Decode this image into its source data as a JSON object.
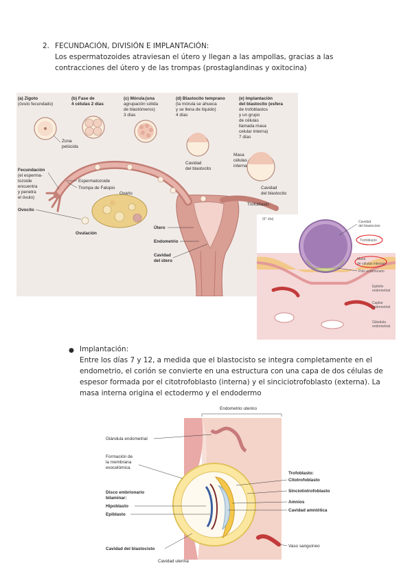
{
  "section": {
    "number": "2.",
    "title": "FECUNDACIÓN, DIVISIÓN E IMPLANTACIÓN:",
    "paragraph_lines": [
      "Los espermatozoides atraviesan el útero y llegan a las ampollas, gracias a las",
      "contracciones del útero y de las trompas (prostaglandinas y oxitocina)"
    ]
  },
  "figure1": {
    "stages": [
      {
        "title": "(a) Zigoto",
        "lines": [
          "(óvulo fecundado)"
        ]
      },
      {
        "title": "(b) Fase de",
        "lines": [
          "4 células 2 días"
        ]
      },
      {
        "title": "(c) Mórula",
        "lines": [
          "(una",
          "agrupación sólida",
          "de blastómeros)",
          "3 días"
        ]
      },
      {
        "title": "(d) Blastocito temprano",
        "lines": [
          "(la mórula se ahueca",
          "y se llena de líquido)",
          "4 días"
        ]
      },
      {
        "title": "(e) Implantación",
        "lines": [
          "del blastocito (esfera",
          "de trofoblastos",
          "y un grupo",
          "de células",
          "llamada masa",
          "celular interna)",
          "7 días"
        ]
      }
    ],
    "labels": {
      "zona": [
        "Zona",
        "pelúcida"
      ],
      "fecundacion_title": "Fecundación",
      "fecundacion_lines": [
        "(el esperma-",
        "tozoide",
        "encuentra",
        "y penetra",
        "el óvulo)"
      ],
      "espermatozoide": "Espermatozoide",
      "trompa": "Trompa de Falopio",
      "ovario": "Ovario",
      "ovocito": "Ovocito",
      "ovulacion": "Ovulación",
      "cavidad_blastocito": [
        "Cavidad",
        "del blastocito"
      ],
      "masa": [
        "Masa",
        "células",
        "interna"
      ],
      "cavidad_blastocito2": [
        "Cavidad",
        "del blastocito"
      ],
      "trofoblasto": "Trofoblasto",
      "utero": "Útero",
      "endometrio": "Endometrio",
      "cavidad_utero": [
        "Cavidad",
        "del útero"
      ]
    }
  },
  "figure2": {
    "caption": "(6° día)",
    "labels": {
      "cavidad": [
        "Cavidad",
        "del blastocisto"
      ],
      "trofoblasto": "Trofoblasto",
      "masa": "Masa",
      "masa2": "de células internas",
      "pole": "Polo embrionario",
      "epitelio": [
        "Epitelio",
        "endometrial"
      ],
      "capilar": [
        "Capilar",
        "endometrial"
      ],
      "glandula": [
        "Glándula",
        "endometrial"
      ]
    }
  },
  "bullet": {
    "marker": "●",
    "title": "Implantación:",
    "paragraph_lines": [
      "Entre los días 7 y 12, a medida que el blastocisto se integra completamente en el",
      "endometrio, el corión se convierte en una estructura con una capa de dos células de",
      "espesor formada por el citotrofoblasto (interna) y el sinciciotrofoblasto (externa). La",
      "masa interna origina el ectodermo y el endodermo"
    ]
  },
  "figure3": {
    "labels": {
      "endometrio_uterino": "Endometrio uterino",
      "glandula": "Glándula endometrial",
      "formacion": [
        "Formación de",
        "la membrana",
        "exocelómica"
      ],
      "disco_title": [
        "Disco embrionario",
        "bilaminar:"
      ],
      "hipoblasto": "Hipoblasto",
      "epiblasto": "Epiblasto",
      "cavidad_blastocisto": "Cavidad del blastocisto",
      "cavidad_uterina": "Cavidad uterina",
      "trofoblasto": "Trofoblasto:",
      "citotrofoblasto": "Citotrofoblasto",
      "sincitiotrofoblasto": "Sinciotiotrofoblasto",
      "amnios": "Amnios",
      "cavidad_amniotica": "Cavidad amniótica",
      "vaso": "Vaso sanguíneo"
    }
  }
}
